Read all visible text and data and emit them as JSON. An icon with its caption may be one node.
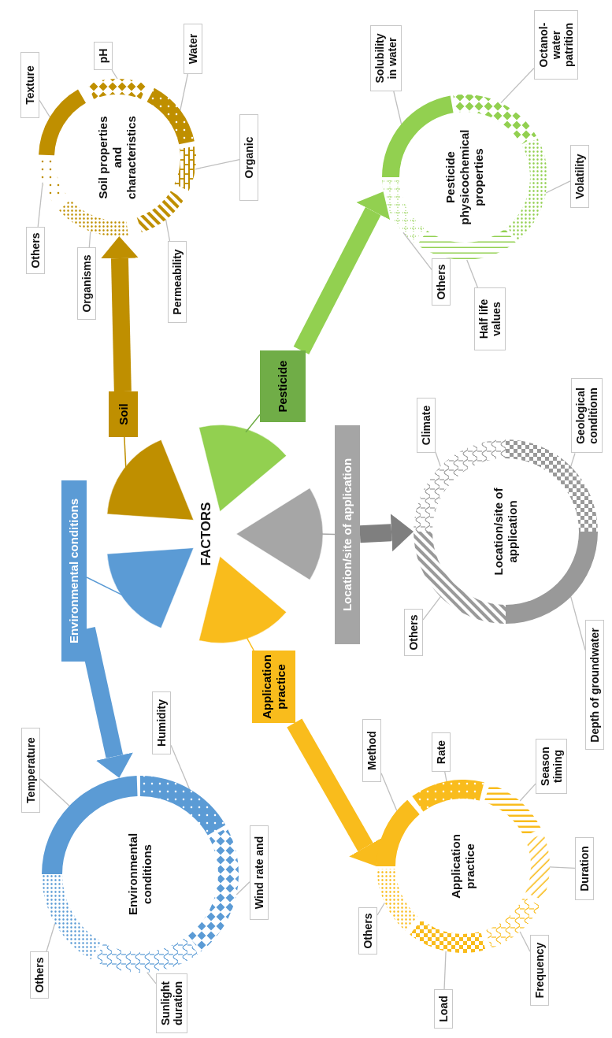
{
  "diagram": {
    "nodes": [
      {
        "text": [
          "Environmental conditions"
        ]
      },
      {
        "text": [
          "Soil"
        ]
      },
      {
        "text": [
          "Pesticide"
        ]
      },
      {
        "text": [
          "Location/site of application"
        ]
      },
      {
        "text": [
          "Application practice"
        ]
      },
      {
        "text": [],
        "shape": "sector"
      },
      {
        "text": [],
        "shape": "sector"
      },
      {
        "text": [],
        "shape": "sector"
      },
      {
        "text": [],
        "shape": "sector"
      },
      {
        "text": [],
        "shape": "sector"
      },
      {
        "text": [
          "Soil properties and characteristics"
        ]
      },
      {
        "text": [],
        "shape": "arc",
        "in": 10
      },
      {
        "text": [],
        "shape": "arc",
        "in": 10
      },
      {
        "text": [],
        "shape": "arc",
        "in": 10
      },
      {
        "text": [],
        "shape": "arc",
        "in": 10
      },
      {
        "text": [],
        "shape": "arc",
        "in": 10
      },
      {
        "text": [],
        "shape": "arc",
        "in": 10
      },
      {
        "text": [],
        "shape": "arc",
        "in": 10
      },
      {
        "text": [
          "Texture"
        ]
      },
      {
        "text": [
          "pH"
        ]
      },
      {
        "text": [
          "Water"
        ]
      },
      {
        "text": [
          "Organic"
        ]
      },
      {
        "text": [
          "Permeability"
        ]
      },
      {
        "text": [
          "Organisms"
        ]
      },
      {
        "text": [
          "Others"
        ]
      },
      {
        "text": [
          "Pesticide physicochemical properties"
        ]
      },
      {
        "text": [],
        "shape": "arc",
        "in": 25
      },
      {
        "text": [],
        "shape": "arc",
        "in": 25
      },
      {
        "text": [],
        "shape": "arc",
        "in": 25
      },
      {
        "text": [],
        "shape": "arc",
        "in": 25
      },
      {
        "text": [],
        "shape": "arc",
        "in": 25
      },
      {
        "text": [
          "Solubility in water"
        ]
      },
      {
        "text": [
          "Octanol- water patrition"
        ]
      },
      {
        "text": [
          "Volatility"
        ]
      },
      {
        "text": [
          "Half life values"
        ]
      },
      {
        "text": [
          "Others"
        ]
      },
      {
        "text": [
          "Environmental conditions"
        ]
      },
      {
        "text": [],
        "shape": "arc",
        "in": 36
      },
      {
        "text": [],
        "shape": "arc",
        "in": 36
      },
      {
        "text": [],
        "shape": "arc",
        "in": 36
      },
      {
        "text": [],
        "shape": "arc",
        "in": 36
      },
      {
        "text": [],
        "shape": "arc",
        "in": 36
      },
      {
        "text": [
          "Temperature"
        ]
      },
      {
        "text": [
          "Humidity"
        ]
      },
      {
        "text": [
          "Wind rate and"
        ]
      },
      {
        "text": [
          "Sunlight duration"
        ]
      },
      {
        "text": [
          "Others"
        ]
      },
      {
        "text": [
          "Application practice"
        ]
      },
      {
        "text": [],
        "shape": "arc",
        "in": 47
      },
      {
        "text": [],
        "shape": "arc",
        "in": 47
      },
      {
        "text": [],
        "shape": "arc",
        "in": 47
      },
      {
        "text": [],
        "shape": "arc",
        "in": 47
      },
      {
        "text": [],
        "shape": "arc",
        "in": 47
      },
      {
        "text": [],
        "shape": "arc",
        "in": 47
      },
      {
        "text": [],
        "shape": "arc",
        "in": 47
      },
      {
        "text": [
          "Method"
        ]
      },
      {
        "text": [
          "Rate"
        ]
      },
      {
        "text": [
          "Season timing"
        ]
      },
      {
        "text": [
          "Duration"
        ]
      },
      {
        "text": [
          "Frequency"
        ]
      },
      {
        "text": [
          "Load"
        ]
      },
      {
        "text": [
          "Others"
        ]
      },
      {
        "text": [
          "Location/site of application"
        ]
      },
      {
        "text": [],
        "shape": "arc",
        "in": 62
      },
      {
        "text": [],
        "shape": "arc",
        "in": 62
      },
      {
        "text": [],
        "shape": "arc",
        "in": 62
      },
      {
        "text": [],
        "shape": "arc",
        "in": 62
      },
      {
        "text": [
          "Climate"
        ]
      },
      {
        "text": [
          "Geological conditionn"
        ]
      },
      {
        "text": [
          "Depth of groundwater"
        ]
      },
      {
        "text": [
          "Others"
        ]
      }
    ],
    "edges": [
      {
        "from": 0,
        "to": 5,
        "arrow": "none",
        "color": "#5b9bd5"
      },
      {
        "from": 1,
        "to": 6,
        "arrow": "none",
        "color": "#bf8f00"
      },
      {
        "from": 2,
        "to": 7,
        "arrow": "none",
        "color": "#70ad47"
      },
      {
        "from": 3,
        "to": 8,
        "arrow": "none",
        "color": "#a5a5a5"
      },
      {
        "from": 4,
        "to": 9,
        "arrow": "none",
        "color": "#f9bc1c"
      },
      {
        "from": 0,
        "to": 36,
        "arrow": "to",
        "style": "thick",
        "color": "#5b9bd5"
      },
      {
        "from": 1,
        "to": 10,
        "arrow": "to",
        "style": "thick",
        "color": "#bf8f00"
      },
      {
        "from": 2,
        "to": 25,
        "arrow": "to",
        "style": "thick",
        "color": "#92d050"
      },
      {
        "from": 3,
        "to": 62,
        "arrow": "to",
        "style": "thick",
        "color": "#7f7f7f"
      },
      {
        "from": 4,
        "to": 47,
        "arrow": "to",
        "style": "thick",
        "color": "#f9bc1c"
      },
      {
        "from": 18,
        "to": 11,
        "arrow": "none"
      },
      {
        "from": 19,
        "to": 12,
        "arrow": "none"
      },
      {
        "from": 20,
        "to": 13,
        "arrow": "none"
      },
      {
        "from": 21,
        "to": 14,
        "arrow": "none"
      },
      {
        "from": 22,
        "to": 15,
        "arrow": "none"
      },
      {
        "from": 23,
        "to": 16,
        "arrow": "none"
      },
      {
        "from": 24,
        "to": 17,
        "arrow": "none"
      },
      {
        "from": 31,
        "to": 26,
        "arrow": "none"
      },
      {
        "from": 32,
        "to": 27,
        "arrow": "none"
      },
      {
        "from": 33,
        "to": 28,
        "arrow": "none"
      },
      {
        "from": 34,
        "to": 29,
        "arrow": "none"
      },
      {
        "from": 35,
        "to": 30,
        "arrow": "none"
      },
      {
        "from": 42,
        "to": 37,
        "arrow": "none"
      },
      {
        "from": 43,
        "to": 38,
        "arrow": "none"
      },
      {
        "from": 44,
        "to": 39,
        "arrow": "none"
      },
      {
        "from": 45,
        "to": 40,
        "arrow": "none"
      },
      {
        "from": 46,
        "to": 41,
        "arrow": "none"
      },
      {
        "from": 55,
        "to": 48,
        "arrow": "none"
      },
      {
        "from": 56,
        "to": 49,
        "arrow": "none"
      },
      {
        "from": 57,
        "to": 50,
        "arrow": "none"
      },
      {
        "from": 58,
        "to": 51,
        "arrow": "none"
      },
      {
        "from": 59,
        "to": 52,
        "arrow": "none"
      },
      {
        "from": 60,
        "to": 53,
        "arrow": "none"
      },
      {
        "from": 61,
        "to": 54,
        "arrow": "none"
      },
      {
        "from": 67,
        "to": 63,
        "arrow": "none"
      },
      {
        "from": 68,
        "to": 64,
        "arrow": "none"
      },
      {
        "from": 69,
        "to": 65,
        "arrow": "none"
      },
      {
        "from": 70,
        "to": 66,
        "arrow": "none"
      }
    ],
    "labels": [
      "FACTORS"
    ]
  }
}
